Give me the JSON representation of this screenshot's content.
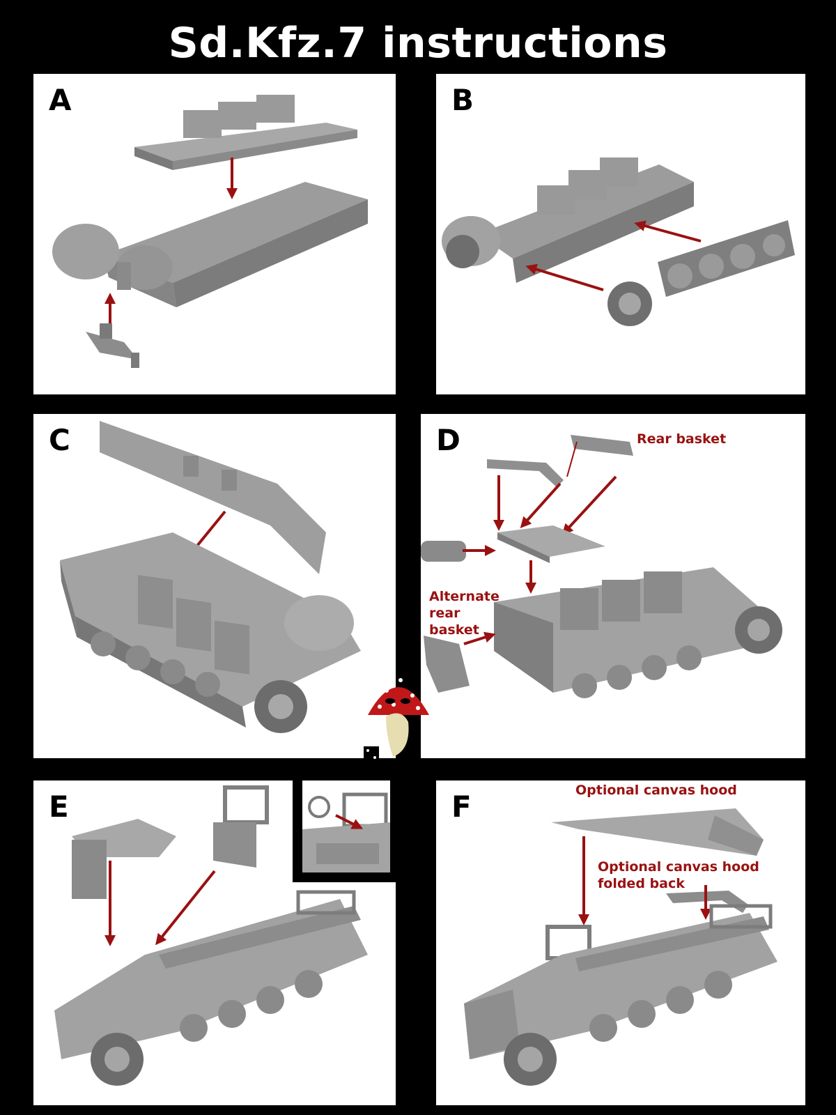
{
  "page": {
    "title": "Sd.Kfz.7 instructions"
  },
  "colors": {
    "background": "#000000",
    "panel": "#ffffff",
    "part": "#8f8f8f",
    "part_light": "#b3b3b3",
    "part_dark": "#6e6e6e",
    "arrow": "#9a1111",
    "callout_text": "#9a1111"
  },
  "steps": [
    {
      "letter": "A"
    },
    {
      "letter": "B"
    },
    {
      "letter": "C"
    },
    {
      "letter": "D",
      "callouts": {
        "rear_basket": "Rear basket",
        "alternate_line1": "Alternate",
        "alternate_line2": "rear",
        "alternate_line3": "basket"
      }
    },
    {
      "letter": "E"
    },
    {
      "letter": "F",
      "callouts": {
        "canvas_hood": "Optional canvas hood",
        "folded_line1": "Optional canvas hood",
        "folded_line2": "folded back"
      }
    }
  ],
  "icons": {
    "mascot": "mushroom-mascot-icon",
    "arrow": "red-arrow-icon"
  }
}
